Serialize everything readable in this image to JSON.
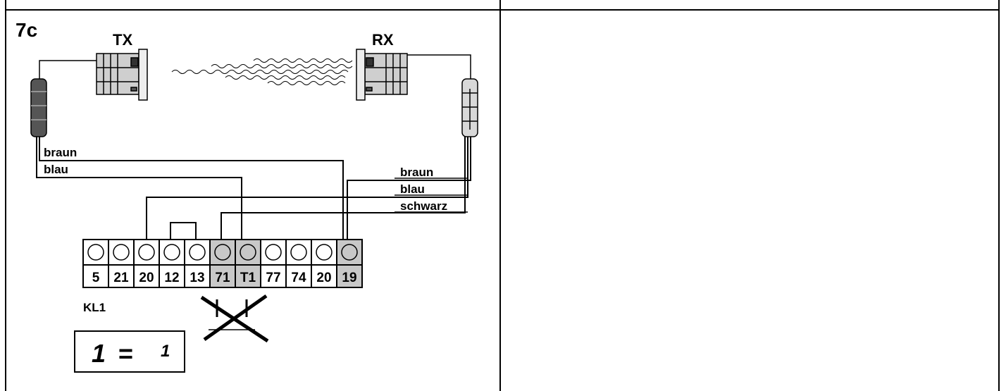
{
  "figure": {
    "id": "7c",
    "transmitter_label": "TX",
    "receiver_label": "RX"
  },
  "wires": {
    "tx": [
      "braun",
      "blau"
    ],
    "rx": [
      "braun",
      "blau",
      "schwarz"
    ]
  },
  "terminal_block": {
    "name": "KL1",
    "terminals": [
      "5",
      "21",
      "20",
      "12",
      "13",
      "71",
      "T1",
      "77",
      "74",
      "20",
      "19"
    ],
    "highlighted": [
      "71",
      "T1",
      "19"
    ]
  },
  "display": {
    "left": "1",
    "sign": "=",
    "right": "1"
  },
  "colors": {
    "line": "#000000",
    "highlight": "#c8c8c8",
    "device": "#bdbdbd"
  }
}
